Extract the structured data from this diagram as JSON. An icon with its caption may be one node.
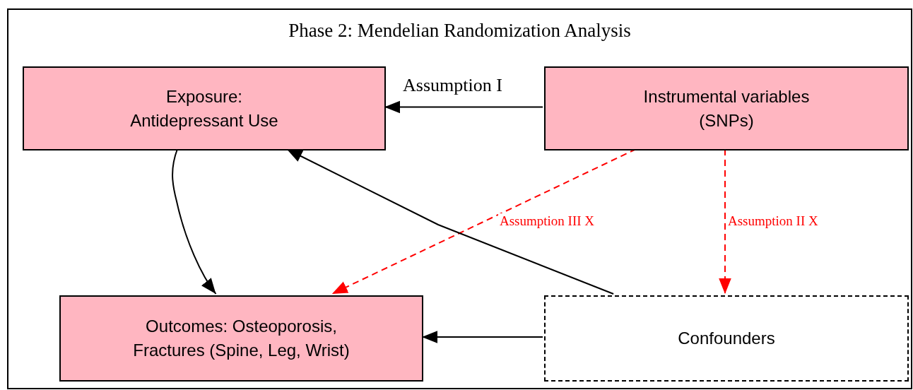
{
  "diagram": {
    "nodes": [
      {
        "text": [
          "Phase 2: Mendelian Randomization Analysis"
        ]
      },
      {
        "text": [
          "Exposure: Antidepressant Use"
        ],
        "in": 0
      },
      {
        "text": [
          "Instrumental variables (SNPs)"
        ],
        "in": 0
      },
      {
        "text": [
          "Outcomes: Osteoporosis, Fractures (Spine, Leg, Wrist)"
        ],
        "in": 0
      },
      {
        "text": [
          "Confounders"
        ],
        "in": 0
      }
    ],
    "edges": [
      {
        "from": 2,
        "to": 1,
        "arrow": "to",
        "label": "Assumption I"
      },
      {
        "from": 1,
        "to": 3,
        "arrow": "to"
      },
      {
        "from": 2,
        "to": 3,
        "arrow": "to",
        "label": "Assumption III X",
        "style": "dashed",
        "color": "#ff0000"
      },
      {
        "from": 2,
        "to": 4,
        "arrow": "to",
        "label": "Assumption II X",
        "style": "dashed",
        "color": "#ff0000"
      },
      {
        "from": 4,
        "to": 1,
        "arrow": "to"
      },
      {
        "from": 4,
        "to": 3,
        "arrow": "to"
      }
    ]
  }
}
